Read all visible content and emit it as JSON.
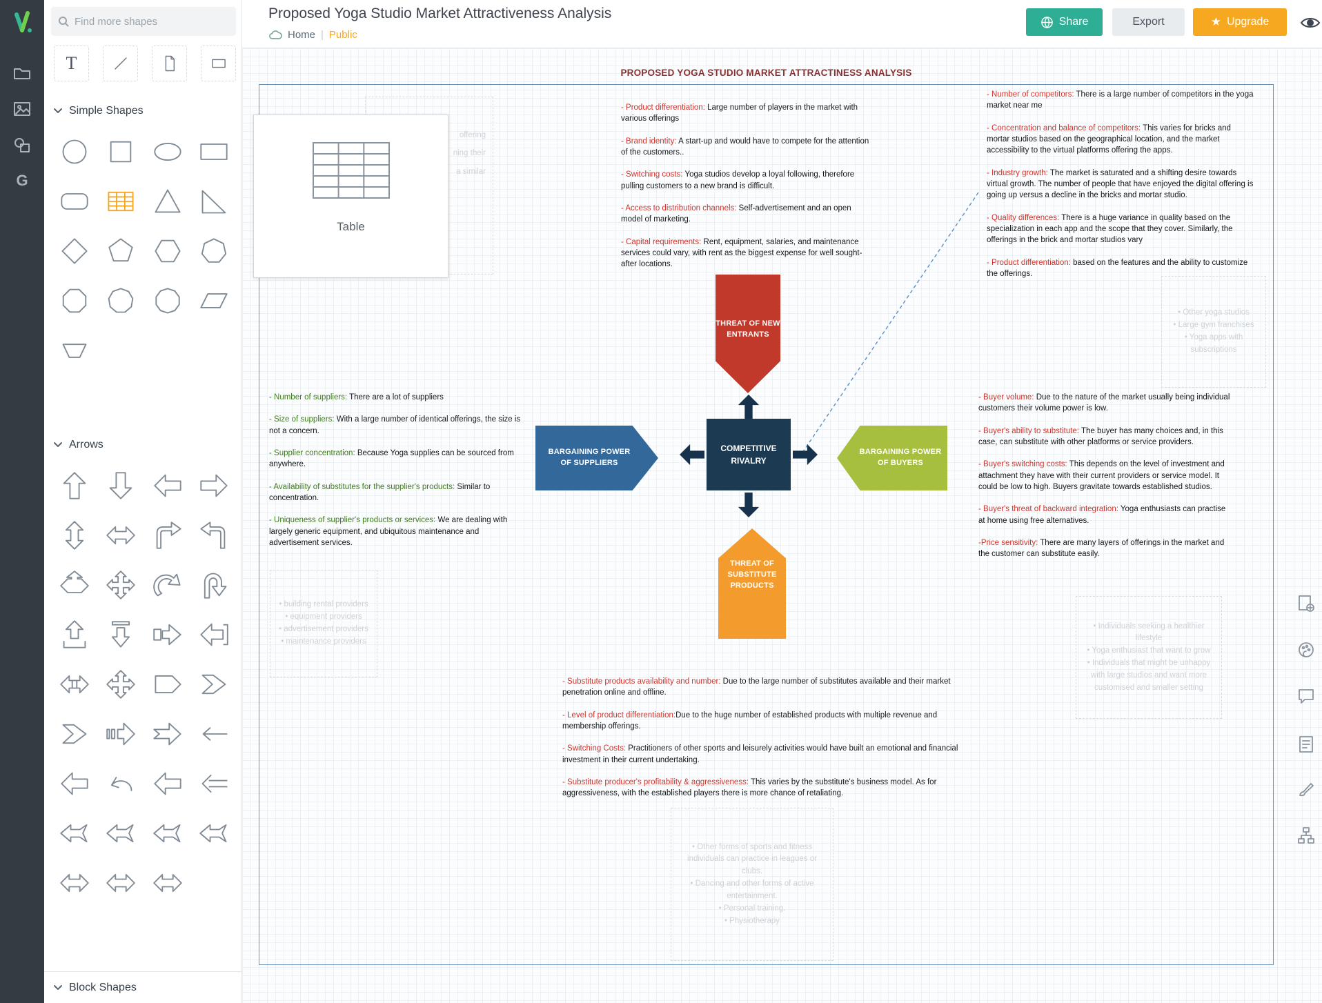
{
  "rail": {
    "icons": [
      "creately-logo",
      "folder-icon",
      "image-icon",
      "shapes-icon",
      "google-icon"
    ],
    "google_letter": "G"
  },
  "sidebar": {
    "search_placeholder": "Find more shapes",
    "tools": [
      {
        "name": "text-tool",
        "glyph": "T"
      },
      {
        "name": "line-tool"
      },
      {
        "name": "document-tool"
      },
      {
        "name": "rectangle-tool"
      }
    ],
    "sections": {
      "simple_shapes": "Simple Shapes",
      "arrows": "Arrows",
      "block_shapes": "Block Shapes"
    },
    "simple_shapes": [
      {
        "name": "circle"
      },
      {
        "name": "square"
      },
      {
        "name": "ellipse"
      },
      {
        "name": "rectangle"
      },
      {
        "name": "rounded-rectangle"
      },
      {
        "name": "table",
        "highlighted": true
      },
      {
        "name": "triangle"
      },
      {
        "name": "right-triangle"
      },
      {
        "name": "diamond"
      },
      {
        "name": "pentagon"
      },
      {
        "name": "hexagon"
      },
      {
        "name": "heptagon"
      },
      {
        "name": "octagon"
      },
      {
        "name": "nonagon"
      },
      {
        "name": "decagon"
      },
      {
        "name": "parallelogram"
      },
      {
        "name": "trapezoid"
      }
    ],
    "arrows": [
      {
        "name": "arrow-up",
        "kind": "up"
      },
      {
        "name": "arrow-down",
        "kind": "down"
      },
      {
        "name": "arrow-left",
        "kind": "left"
      },
      {
        "name": "arrow-right",
        "kind": "right"
      },
      {
        "name": "arrow-up-down",
        "kind": "updown"
      },
      {
        "name": "arrow-left-right",
        "kind": "leftright"
      },
      {
        "name": "bent-arrow-up-right",
        "kind": "cornerru"
      },
      {
        "name": "bent-arrow-up-left",
        "kind": "cornerlu"
      },
      {
        "name": "arrow-left-right-up",
        "kind": "threeway"
      },
      {
        "name": "arrow-four-way",
        "kind": "fourway"
      },
      {
        "name": "curved-right-arrow",
        "kind": "curved"
      },
      {
        "name": "u-turn-arrow",
        "kind": "uturn"
      },
      {
        "name": "arrow-up-from-tray",
        "kind": "upbox"
      },
      {
        "name": "arrow-down-from-bar",
        "kind": "downbar"
      },
      {
        "name": "arrow-right-with-tail-box",
        "kind": "tailbox"
      },
      {
        "name": "arrow-left-with-bracket",
        "kind": "leftbracket"
      },
      {
        "name": "arrow-left-right-with-block",
        "kind": "lrbox"
      },
      {
        "name": "arrow-four-way-small",
        "kind": "fourway"
      },
      {
        "name": "pentagon-arrow",
        "kind": "pent"
      },
      {
        "name": "chevron-arrow",
        "kind": "chev"
      },
      {
        "name": "chevron-arrow-alt",
        "kind": "chev"
      },
      {
        "name": "striped-right-arrow",
        "kind": "striped"
      },
      {
        "name": "notched-right-arrow",
        "kind": "notched"
      },
      {
        "name": "thin-left-arrow",
        "kind": "thin"
      },
      {
        "name": "block-left-arrow",
        "kind": "left"
      },
      {
        "name": "curved-over-left-arrow",
        "kind": "curveover"
      },
      {
        "name": "block-left-arrow-alt",
        "kind": "left"
      },
      {
        "name": "double-line-left-arrow",
        "kind": "dblline"
      },
      {
        "name": "fishtail-left-arrow",
        "kind": "fish"
      },
      {
        "name": "fishtail-left-arrow-2",
        "kind": "fish"
      },
      {
        "name": "fishtail-left-arrow-3",
        "kind": "fish"
      },
      {
        "name": "fishtail-left-arrow-4",
        "kind": "fish"
      },
      {
        "name": "double-horizontal-arrow",
        "kind": "leftright"
      },
      {
        "name": "double-horizontal-arrow-2",
        "kind": "leftright"
      },
      {
        "name": "double-horizontal-arrow-3",
        "kind": "leftright"
      }
    ]
  },
  "header": {
    "title": "Proposed Yoga Studio Market Attractiveness Analysis",
    "breadcrumb": {
      "home": "Home",
      "separator": "|",
      "visibility": "Public"
    },
    "buttons": {
      "share": "Share",
      "export": "Export",
      "upgrade": "Upgrade",
      "upgrade_star": "★"
    },
    "colors": {
      "share": "#2fae96",
      "upgrade": "#f7a821",
      "public": "#f5a623"
    }
  },
  "canvas": {
    "title": "PROPOSED YOGA STUDIO MARKET ATTRACTINESS ANALYSIS",
    "table_preview": {
      "label": "Table"
    },
    "center": {
      "label": "COMPETITIVE RIVALRY",
      "color": "#1d3a53",
      "arrow_color": "#16324c"
    },
    "forces": [
      {
        "id": "new-entrants",
        "label": "THREAT OF NEW ENTRANTS",
        "color": "#c0392b",
        "direction": "down"
      },
      {
        "id": "suppliers",
        "label": "BARGAINING POWER OF SUPPLIERS",
        "color": "#33689b",
        "direction": "right"
      },
      {
        "id": "buyers",
        "label": "BARGAINING POWER OF BUYERS",
        "color": "#a7bf3e",
        "direction": "left"
      },
      {
        "id": "substitutes",
        "label": "THREAT  OF SUBSTITUTE PRODUCTS",
        "color": "#f39b2c",
        "direction": "up"
      }
    ],
    "blocks": [
      {
        "id": "new-entrants",
        "label_color": "#d0342c",
        "entries": [
          {
            "label": "- Product differentiation:",
            "text": " Large number of players in the market with various offerings"
          },
          {
            "label": "- Brand identity:",
            "text": "  A start-up and would have to compete for the attention of the customers.."
          },
          {
            "label": "- Switching costs:",
            "text": " Yoga studios develop a loyal following, therefore pulling customers to a new brand is difficult."
          },
          {
            "label": "- Access to distribution channels:",
            "text": "  Self-advertisement and an open model of marketing."
          },
          {
            "label": "- Capital requirements:",
            "text": " Rent, equipment, salaries, and maintenance services could vary, with rent as the biggest expense for well sought-after locations."
          }
        ]
      },
      {
        "id": "competitive-rivalry",
        "label_color": "#d0342c",
        "entries": [
          {
            "label": "- Number of competitors:",
            "text": " There is a large number of competitors in the yoga market near me"
          },
          {
            "label": "- Concentration and balance of competitors:",
            "text": " This varies for bricks and mortar studios based on the geographical location, and the market accessibility to the virtual platforms offering the apps."
          },
          {
            "label": "- Industry growth:",
            "text": " The market is saturated and a shifting desire towards virtual growth. The number of people that have enjoyed the digital offering is going up versus a decline in the bricks and mortar studio."
          },
          {
            "label": "- Quality differences:",
            "text": " There is a huge variance in quality based on the specialization in each app and the scope that they cover. Similarly, the offerings in the brick and mortar studios vary"
          },
          {
            "label": "- Product differentiation:",
            "text": " based on the features and the ability to customize the offerings."
          }
        ]
      },
      {
        "id": "suppliers",
        "label_color": "#3f7d1e",
        "entries": [
          {
            "label": "- Number of suppliers:",
            "text": " There are a lot of suppliers"
          },
          {
            "label": "- Size of suppliers:",
            "text": " With a large number of identical offerings, the size is not a concern."
          },
          {
            "label": "- Supplier concentration:",
            "text": " Because Yoga supplies can be sourced from anywhere."
          },
          {
            "label": "- Availability of substitutes for the supplier's products:",
            "text": " Similar to concentration."
          },
          {
            "label": "- Uniqueness of supplier's products or services:",
            "text": " We are dealing with largely generic equipment, and ubiquitous maintenance and advertisement services."
          }
        ]
      },
      {
        "id": "buyers",
        "label_color": "#d0342c",
        "entries": [
          {
            "label": "- Buyer volume:",
            "text": " Due to the nature of the market usually being individual customers their volume power is low."
          },
          {
            "label": "- Buyer's ability to substitute:",
            "text": " The buyer has many choices and, in this case, can substitute with other platforms or service providers."
          },
          {
            "label": "- Buyer's switching costs:",
            "text": " This depends on the level of investment and attachment they have with their current providers or service model. It could be low to high. Buyers gravitate towards established studios."
          },
          {
            "label": "- Buyer's threat of backward integration:",
            "text": " Yoga enthusiasts can practise at home using free alternatives."
          },
          {
            "label": "-Price sensitivity:",
            "text": " There are many layers of offerings in the market and the customer can substitute easily."
          }
        ]
      },
      {
        "id": "substitutes",
        "label_color": "#d0342c",
        "entries": [
          {
            "label": "- Substitute products availability and number:",
            "text": " Due to the large number of substitutes available and their market penetration online and offline."
          },
          {
            "label": "- Level of product differentiation:",
            "text": "Due to the huge number of established products with multiple revenue and membership offerings."
          },
          {
            "label": "- Switching Costs:",
            "text": " Practitioners of other sports and leisurely activities would have built an emotional and financial investment in their current undertaking."
          },
          {
            "label": "- Substitute producer's profitability & aggressiveness:",
            "text": " This varies by the substitute's business model. As for aggressiveness, with the established players there is more chance of retaliating."
          }
        ]
      }
    ],
    "ghost_boxes": [
      {
        "id": "partially-hidden",
        "items": [
          "offering",
          "ning their",
          "a similar"
        ]
      },
      {
        "id": "competitors-examples",
        "items": [
          "• Other yoga studios",
          "• Large gym franchises",
          "• Yoga apps with subscriptions"
        ]
      },
      {
        "id": "supplier-examples",
        "items": [
          "• building rental providers",
          "• equipment providers",
          "• advertisement providers",
          "• maintenance providers"
        ]
      },
      {
        "id": "buyer-examples",
        "items": [
          "• Individuals seeking a healthier lifestyle",
          "• Yoga enthusiast that want to grow",
          "• Individuals that might be unhappy with large studios and want more customised and smaller setting"
        ]
      },
      {
        "id": "substitute-examples",
        "items": [
          "• Other forms of sports and fitness individuals can practice in leagues or clubs.",
          "• Dancing and other forms of active entertainment.",
          "• Personal training.",
          "• Physiotherapy"
        ]
      }
    ]
  },
  "right_panel": {
    "icons": [
      "document-settings-icon",
      "theme-palette-icon",
      "comment-icon",
      "notes-icon",
      "format-brush-icon",
      "data-flow-icon"
    ]
  }
}
